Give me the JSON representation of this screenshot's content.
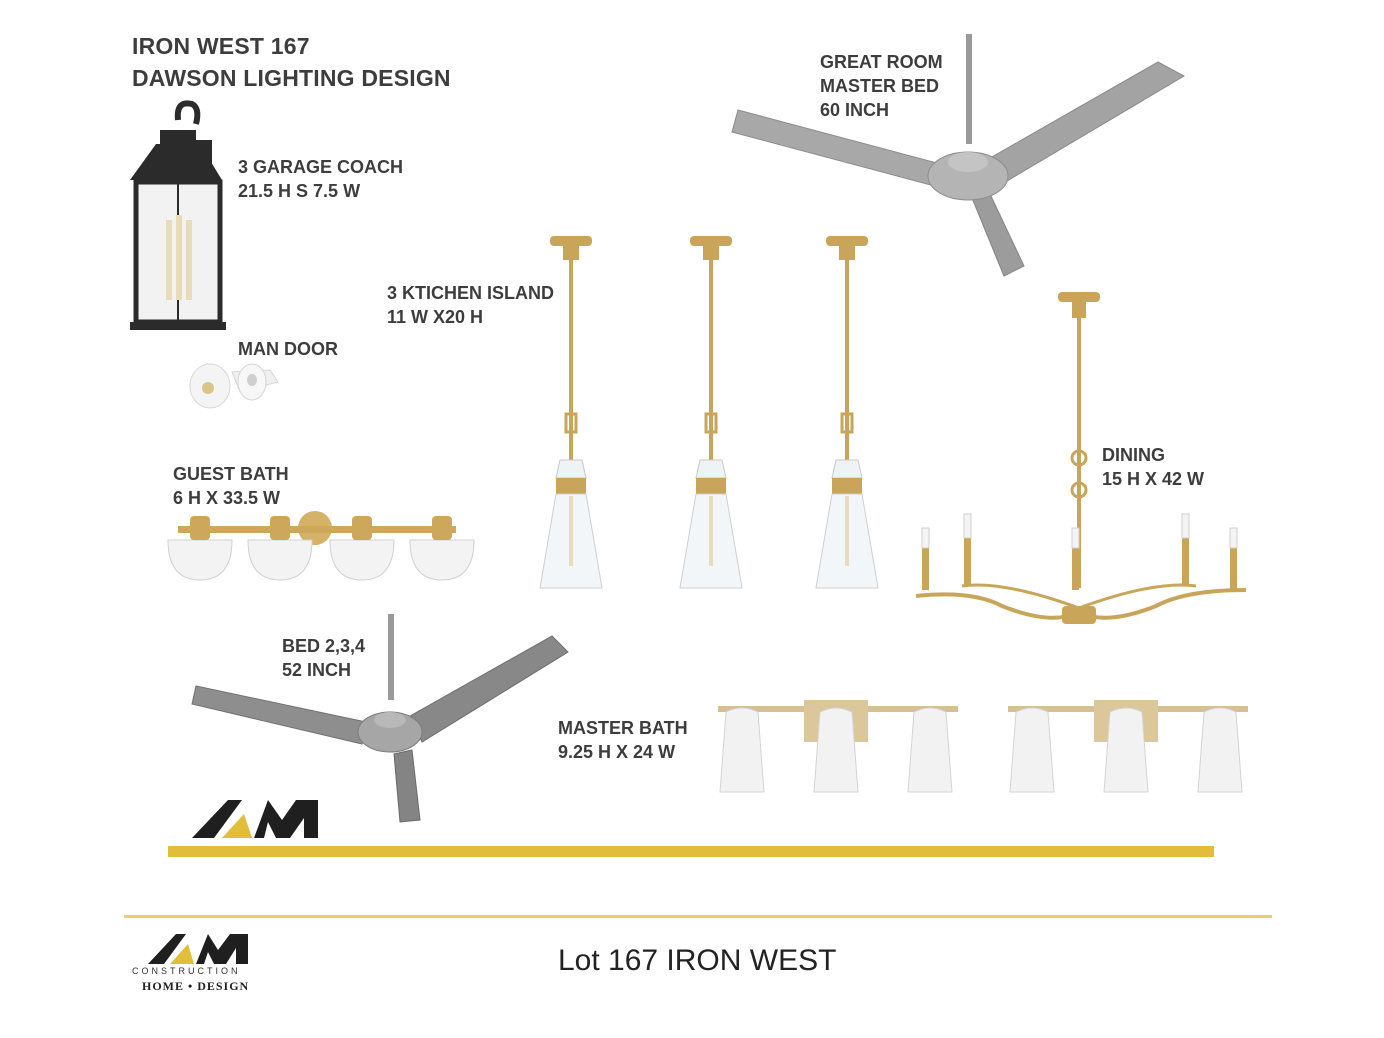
{
  "header": {
    "title_line1": "IRON WEST 167",
    "title_line2": "DAWSON LIGHTING DESIGN"
  },
  "fixtures": {
    "garage": {
      "line1": "3 GARAGE COACH",
      "line2": "21.5 H S 7.5 W"
    },
    "man_door": {
      "line1": "MAN DOOR"
    },
    "guest_bath": {
      "line1": "GUEST BATH",
      "line2": "6 H X 33.5 W"
    },
    "kitchen": {
      "line1": "3 KTICHEN ISLAND",
      "line2": "11 W X20 H"
    },
    "great_room": {
      "line1": "GREAT ROOM",
      "line2": "MASTER BED",
      "line3": "60 INCH"
    },
    "dining": {
      "line1": "DINING",
      "line2": "15 H X 42 W"
    },
    "bed": {
      "line1": "BED 2,3,4",
      "line2": "52 INCH"
    },
    "master_bath": {
      "line1": "MASTER BATH",
      "line2": "9.25 H X 24 W"
    }
  },
  "footer": {
    "text": "Lot 167 IRON WEST",
    "logo_line1": "CONSTRUCTION",
    "logo_line2": "HOME • DESIGN"
  },
  "colors": {
    "accent_gold": "#e2bd3a",
    "footer_line": "#f2cc6a",
    "brass": "#c9a55a",
    "black_metal": "#2b2b2b",
    "nickel": "#9a9a9a"
  },
  "icons": [
    "lantern-icon",
    "flood-light-icon",
    "vanity-light-icon",
    "pendant-icon",
    "ceiling-fan-icon",
    "chandelier-icon",
    "am-logo-icon"
  ]
}
